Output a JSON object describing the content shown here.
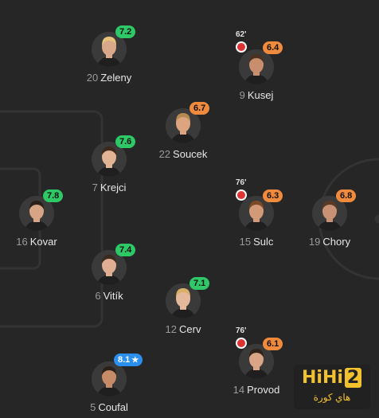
{
  "players": [
    {
      "id": "zeleny",
      "number": "20",
      "name": "Zeleny",
      "rating": "7.2",
      "rating_color": "green",
      "skin": "#d9a88a",
      "hair": "#e6c27a"
    },
    {
      "id": "kusej",
      "number": "9",
      "name": "Kusej",
      "rating": "6.4",
      "rating_color": "orange",
      "sub_time": "62'",
      "skin": "#c98e6e",
      "hair": "#4a3222"
    },
    {
      "id": "soucek",
      "number": "22",
      "name": "Soucek",
      "rating": "6.7",
      "rating_color": "orange",
      "skin": "#dca47f",
      "hair": "#b58a52"
    },
    {
      "id": "krejci",
      "number": "7",
      "name": "Krejci",
      "rating": "7.6",
      "rating_color": "green",
      "skin": "#e2b394",
      "hair": "#3d2a1c"
    },
    {
      "id": "kovar",
      "number": "16",
      "name": "Kovar",
      "rating": "7.8",
      "rating_color": "green",
      "skin": "#d8a486",
      "hair": "#2a2019"
    },
    {
      "id": "sulc",
      "number": "15",
      "name": "Sulc",
      "rating": "6.3",
      "rating_color": "orange",
      "sub_time": "76'",
      "skin": "#d39a78",
      "hair": "#7a4a26"
    },
    {
      "id": "chory",
      "number": "19",
      "name": "Chory",
      "rating": "6.8",
      "rating_color": "orange",
      "skin": "#c99274",
      "hair": "#5a3a25"
    },
    {
      "id": "vitik",
      "number": "6",
      "name": "Vitík",
      "rating": "7.4",
      "rating_color": "green",
      "skin": "#e0ae92",
      "hair": "#3b2b1f"
    },
    {
      "id": "cerv",
      "number": "12",
      "name": "Cerv",
      "rating": "7.1",
      "rating_color": "green",
      "skin": "#e4b89a",
      "hair": "#d8b067"
    },
    {
      "id": "provod",
      "number": "14",
      "name": "Provod",
      "rating": "6.1",
      "rating_color": "orange",
      "sub_time": "76'",
      "skin": "#d9a586",
      "hair": "#2f231a"
    },
    {
      "id": "coufal",
      "number": "5",
      "name": "Coufal",
      "rating": "8.1",
      "rating_color": "blue",
      "star": "★",
      "skin": "#c88b68",
      "hair": "#2c211a"
    }
  ],
  "colors": {
    "green": "#2ec866",
    "orange": "#f08a3c",
    "blue": "#2b8ff0",
    "pitch": "#262626",
    "lines": "#333333"
  },
  "watermark": {
    "logo": "HiHi",
    "logo_digit": "2",
    "subtitle": "هاي كورة"
  },
  "icons": {
    "substitution": "substitution-icon",
    "star": "star-icon"
  }
}
